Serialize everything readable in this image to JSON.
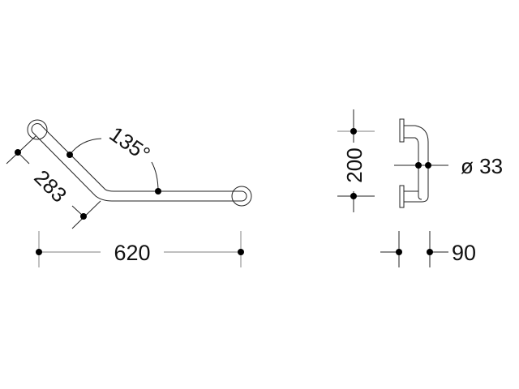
{
  "front_view": {
    "angle_label": "135°",
    "angled_length_label": "283",
    "width_label": "620"
  },
  "side_view": {
    "height_label": "200",
    "diameter_label": "ø 33",
    "projection_label": "90"
  }
}
